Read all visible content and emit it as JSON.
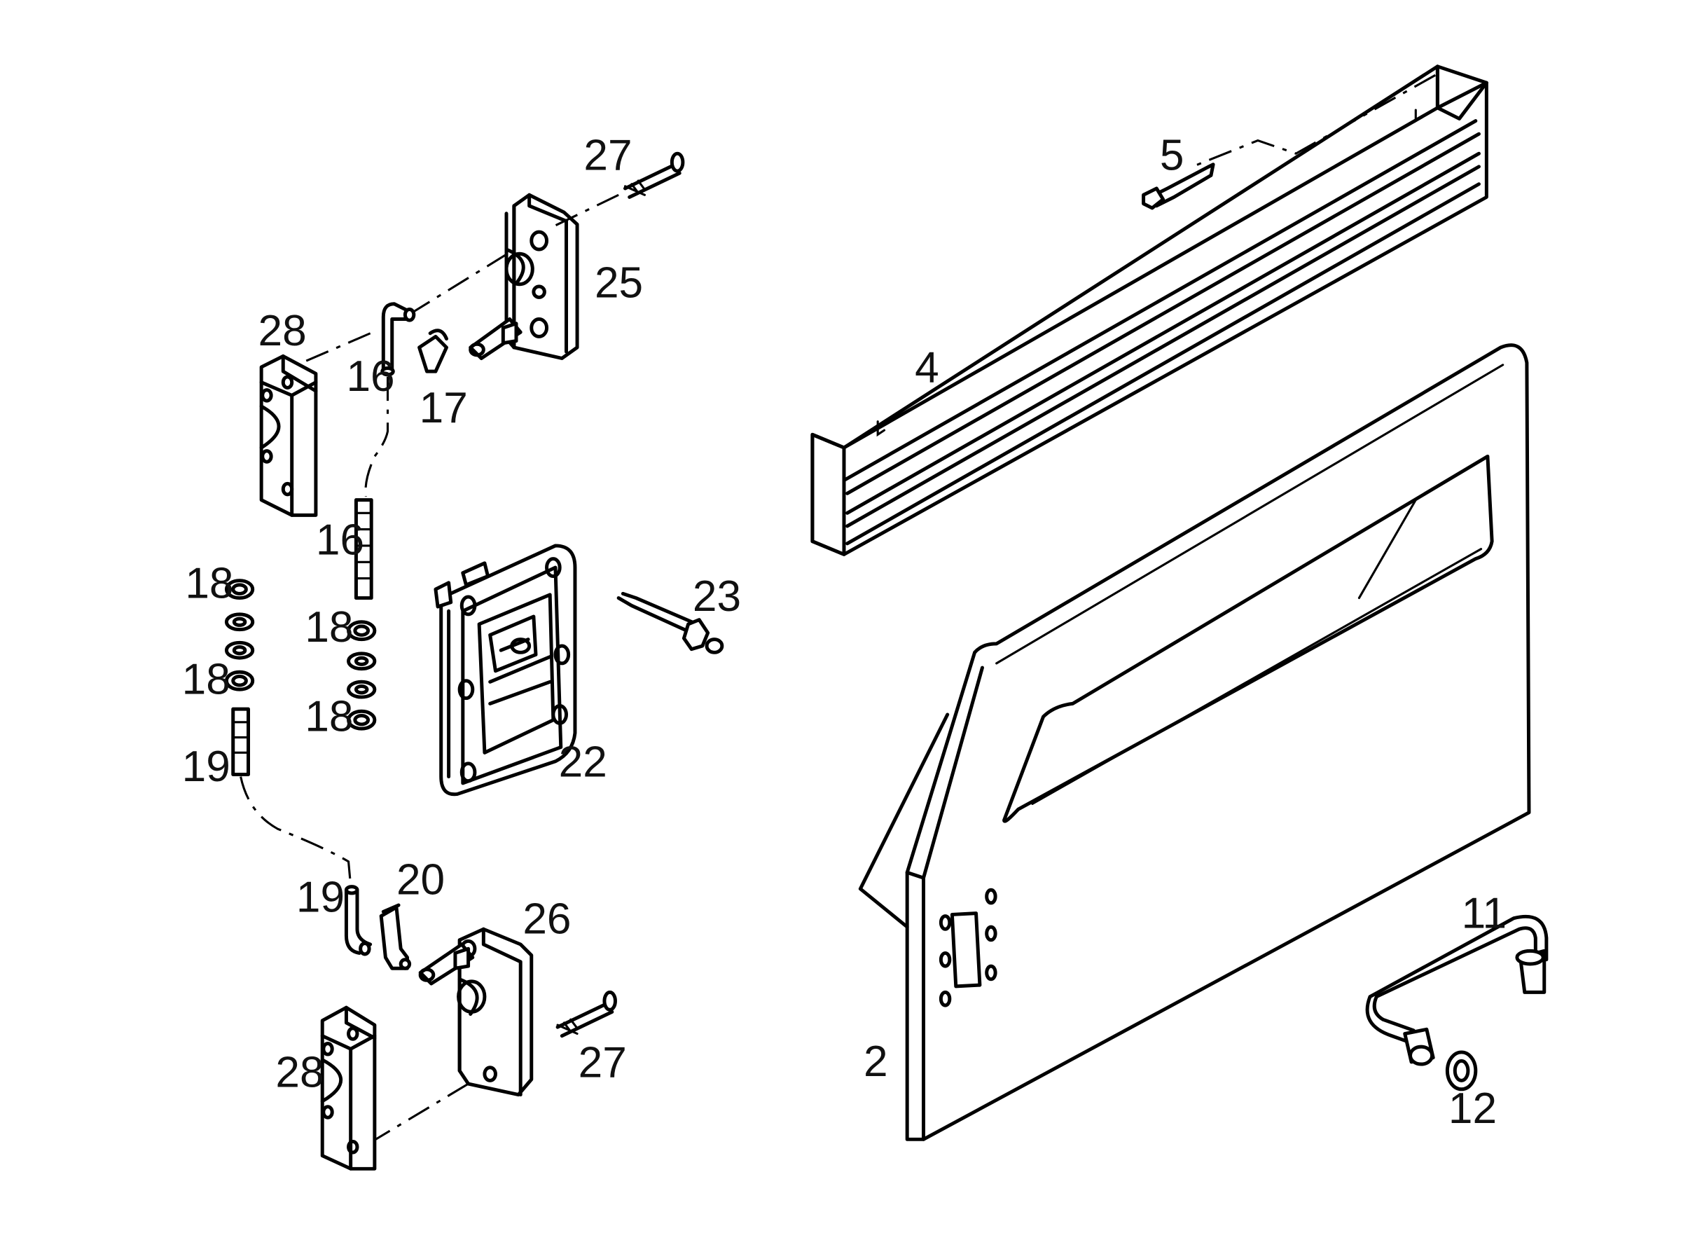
{
  "labels": {
    "p2": "2",
    "p4": "4",
    "p5": "5",
    "p11": "11",
    "p12": "12",
    "p16a": "16",
    "p16b": "16",
    "p17": "17",
    "p18a": "18",
    "p18b": "18",
    "p18c": "18",
    "p18d": "18",
    "p19a": "19",
    "p19b": "19",
    "p20": "20",
    "p22": "22",
    "p23": "23",
    "p25": "25",
    "p26": "26",
    "p27a": "27",
    "p27b": "27",
    "p28a": "28",
    "p28b": "28"
  }
}
